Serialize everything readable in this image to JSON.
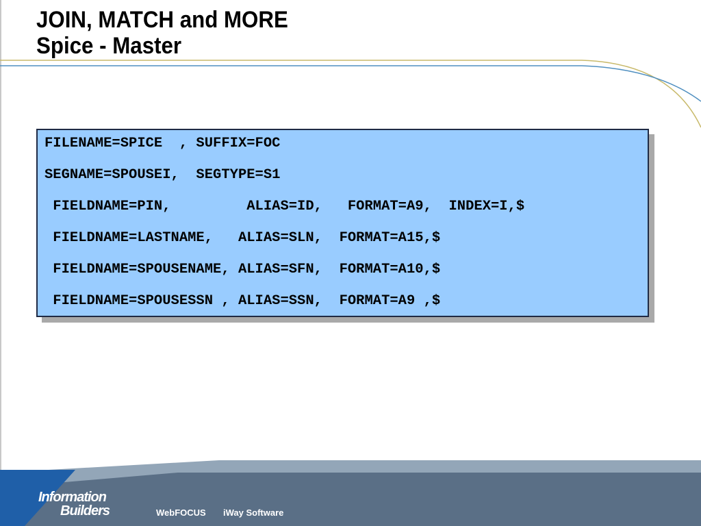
{
  "slide": {
    "title_line1": "JOIN, MATCH and MORE",
    "title_line2": "Spice - Master"
  },
  "code": {
    "lines": [
      "FILENAME=SPICE  , SUFFIX=FOC",
      "SEGNAME=SPOUSEI,  SEGTYPE=S1",
      " FIELDNAME=PIN,         ALIAS=ID,   FORMAT=A9,  INDEX=I,$",
      " FIELDNAME=LASTNAME,   ALIAS=SLN,  FORMAT=A15,$",
      " FIELDNAME=SPOUSENAME, ALIAS=SFN,  FORMAT=A10,$",
      " FIELDNAME=SPOUSESSN , ALIAS=SSN,  FORMAT=A9 ,$"
    ]
  },
  "footer": {
    "logo_line1": "Information",
    "logo_line2": "Builders",
    "product1": "WebFOCUS",
    "product2": "iWay Software"
  },
  "colors": {
    "code_background": "#99ccff",
    "code_border": "#1f2a44",
    "footer_dark": "#5a6f86",
    "footer_light": "#93a6b8",
    "accent_blue": "#1f5fa8",
    "accent_gold": "#c8b96a",
    "accent_line_blue": "#4f8fc0"
  }
}
